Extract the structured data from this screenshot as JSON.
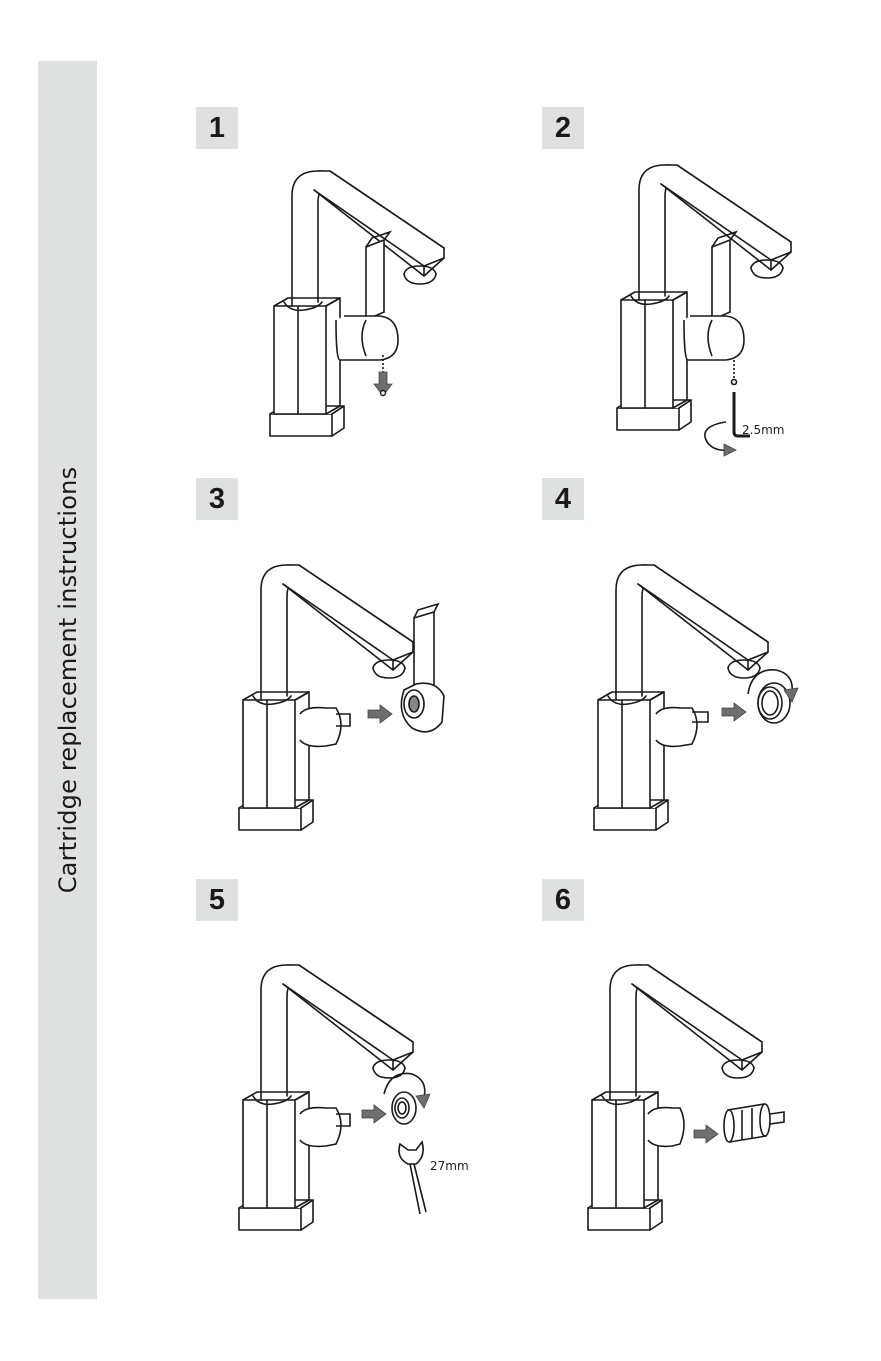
{
  "sidebar": {
    "title": "Cartridge replacement instructions"
  },
  "steps": [
    {
      "number": "1"
    },
    {
      "number": "2",
      "tool_label": "2.5mm"
    },
    {
      "number": "3"
    },
    {
      "number": "4"
    },
    {
      "number": "5",
      "tool_label": "27mm"
    },
    {
      "number": "6"
    }
  ],
  "colors": {
    "sidebar_bg": "#dfe1e1",
    "arrow_fill": "#6e6e6e",
    "line": "#1a1a1a"
  }
}
